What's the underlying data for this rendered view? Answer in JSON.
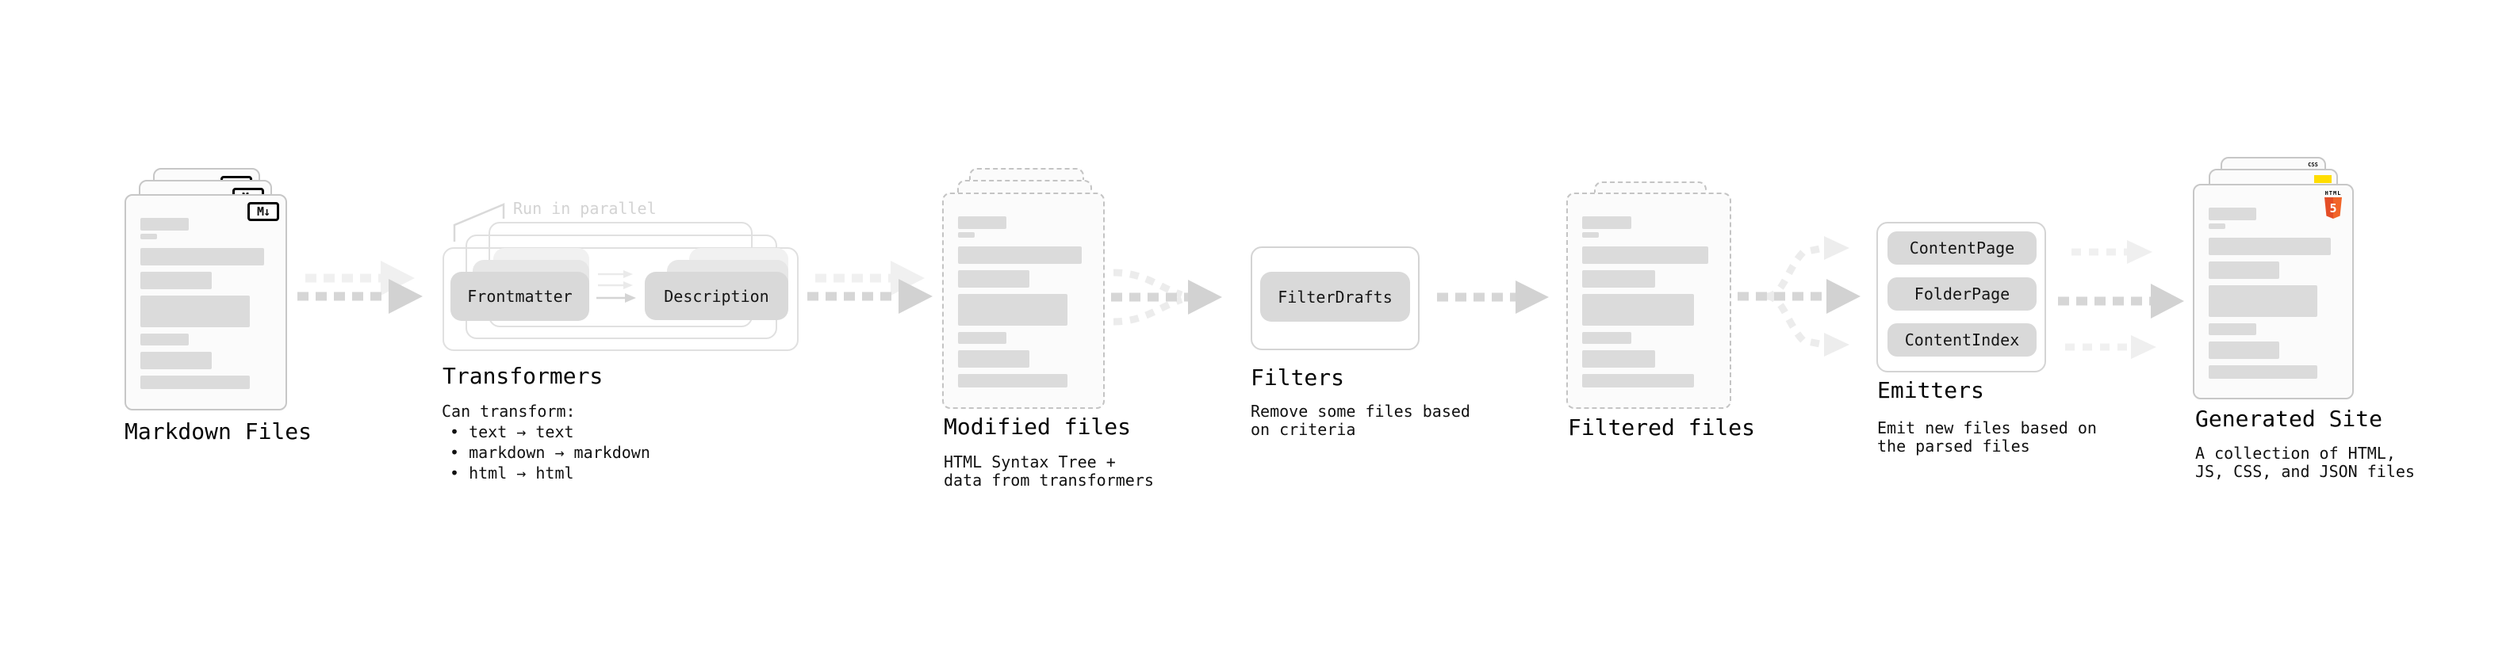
{
  "stages": [
    {
      "id": "markdown-files",
      "label": "Markdown Files"
    },
    {
      "id": "transformers",
      "label": "Transformers",
      "note": "Run in parallel",
      "pills": [
        "Frontmatter",
        "Description"
      ],
      "sublines": [
        "Can transform:",
        "• text → text",
        "• markdown → markdown",
        "• html → html"
      ]
    },
    {
      "id": "modified-files",
      "label": "Modified files",
      "sublines": [
        "HTML Syntax Tree +",
        "data from transformers"
      ]
    },
    {
      "id": "filters",
      "label": "Filters",
      "pills": [
        "FilterDrafts"
      ],
      "sublines": [
        "Remove some files based",
        "on criteria"
      ]
    },
    {
      "id": "filtered-files",
      "label": "Filtered files"
    },
    {
      "id": "emitters",
      "label": "Emitters",
      "pills": [
        "ContentPage",
        "FolderPage",
        "ContentIndex"
      ],
      "sublines": [
        "Emit new files based on",
        "the parsed files"
      ]
    },
    {
      "id": "generated-site",
      "label": "Generated Site",
      "sublines": [
        "A collection of HTML,",
        "JS, CSS, and JSON files"
      ]
    }
  ],
  "icons": {
    "markdown": "M↓",
    "html5_word": "HTML",
    "html5_number": "5",
    "css_word": "CSS"
  },
  "colors": {
    "html5_orange": "#e44d26",
    "js_yellow": "#ffdd00",
    "css_blue": "#2c6fe8",
    "arrow_gray": "#d6d6d6"
  }
}
